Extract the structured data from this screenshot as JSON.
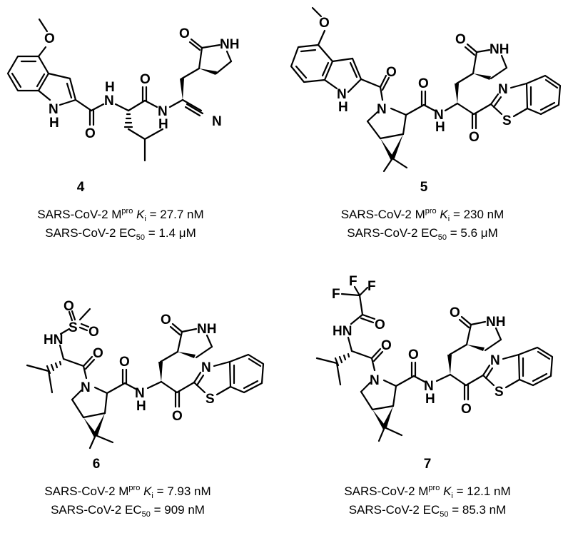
{
  "figure": {
    "compounds": [
      {
        "id": "4",
        "label": "4",
        "structure_features": [
          "4-methoxyindole-2-carboxamide",
          "leucine",
          "gamma-lactam (pyrrolidinone)",
          "nitrile warhead"
        ],
        "atom_labels": {
          "methoxy_o": "O",
          "indole_nh_n": "N",
          "indole_nh_h": "H",
          "amide1_n": "N",
          "amide1_h": "H",
          "amide1_o": "O",
          "amide2_o": "O",
          "amide2_n": "N",
          "amide2_h": "H",
          "nitrile_n": "N",
          "lactam_o": "O",
          "lactam_nh": "NH"
        },
        "activity": {
          "line1_prefix": "SARS-CoV-2 M",
          "line1_sup": "pro",
          "line1_k": "K",
          "line1_ksub": "i",
          "line1_value": " = 27.7 nM",
          "line2_prefix": "SARS-CoV-2 EC",
          "line2_sub": "50",
          "line2_value": " = 1.4 μM"
        }
      },
      {
        "id": "5",
        "label": "5",
        "structure_features": [
          "4-methoxyindole-2-carbonyl",
          "dimethylcyclopropylproline",
          "gamma-lactam",
          "benzothiazolyl ketone warhead"
        ],
        "atom_labels": {
          "methoxy_o": "O",
          "indole_nh_n": "N",
          "indole_nh_h": "H",
          "acyl_o": "O",
          "pro_n": "N",
          "amide_o": "O",
          "amide_n": "N",
          "amide_h": "H",
          "ketone_o": "O",
          "btz_n": "N",
          "btz_s": "S",
          "lactam_o": "O",
          "lactam_nh": "NH"
        },
        "activity": {
          "line1_prefix": "SARS-CoV-2 M",
          "line1_sup": "pro",
          "line1_k": "K",
          "line1_ksub": "i",
          "line1_value": " = 230 nM",
          "line2_prefix": "SARS-CoV-2 EC",
          "line2_sub": "50",
          "line2_value": " =  5.6 μM"
        }
      },
      {
        "id": "6",
        "label": "6",
        "structure_features": [
          "methanesulfonamide",
          "valine",
          "dimethylcyclopropylproline",
          "gamma-lactam",
          "benzothiazolyl ketone warhead"
        ],
        "atom_labels": {
          "so2_o1": "O",
          "s": "S",
          "so2_o2": "O",
          "hn": "HN",
          "acyl_o": "O",
          "pro_n": "N",
          "amide_o": "O",
          "amide_n": "N",
          "amide_h": "H",
          "ketone_o": "O",
          "btz_n": "N",
          "btz_s": "S",
          "lactam_o": "O",
          "lactam_nh": "NH"
        },
        "activity": {
          "line1_prefix": "SARS-CoV-2 M",
          "line1_sup": "pro",
          "line1_k": "K",
          "line1_ksub": "i",
          "line1_value": " = 7.93 nM",
          "line2_prefix": "SARS-CoV-2 EC",
          "line2_sub": "50",
          "line2_value": " =  909 nM"
        }
      },
      {
        "id": "7",
        "label": "7",
        "structure_features": [
          "trifluoroacetamide",
          "valine",
          "dimethylcyclopropylproline",
          "gamma-lactam",
          "benzothiazolyl ketone warhead"
        ],
        "atom_labels": {
          "f1": "F",
          "f2": "F",
          "f3": "F",
          "tfa_o": "O",
          "hn": "HN",
          "acyl_o": "O",
          "pro_n": "N",
          "amide_o": "O",
          "amide_n": "N",
          "amide_h": "H",
          "ketone_o": "O",
          "btz_n": "N",
          "btz_s": "S",
          "lactam_o": "O",
          "lactam_nh": "NH"
        },
        "activity": {
          "line1_prefix": "SARS-CoV-2 M",
          "line1_sup": "pro",
          "line1_k": "K",
          "line1_ksub": "i",
          "line1_value": " = 12.1 nM",
          "line2_prefix": "SARS-CoV-2 EC",
          "line2_sub": "50",
          "line2_value": " = 85.3 nM"
        }
      }
    ]
  }
}
